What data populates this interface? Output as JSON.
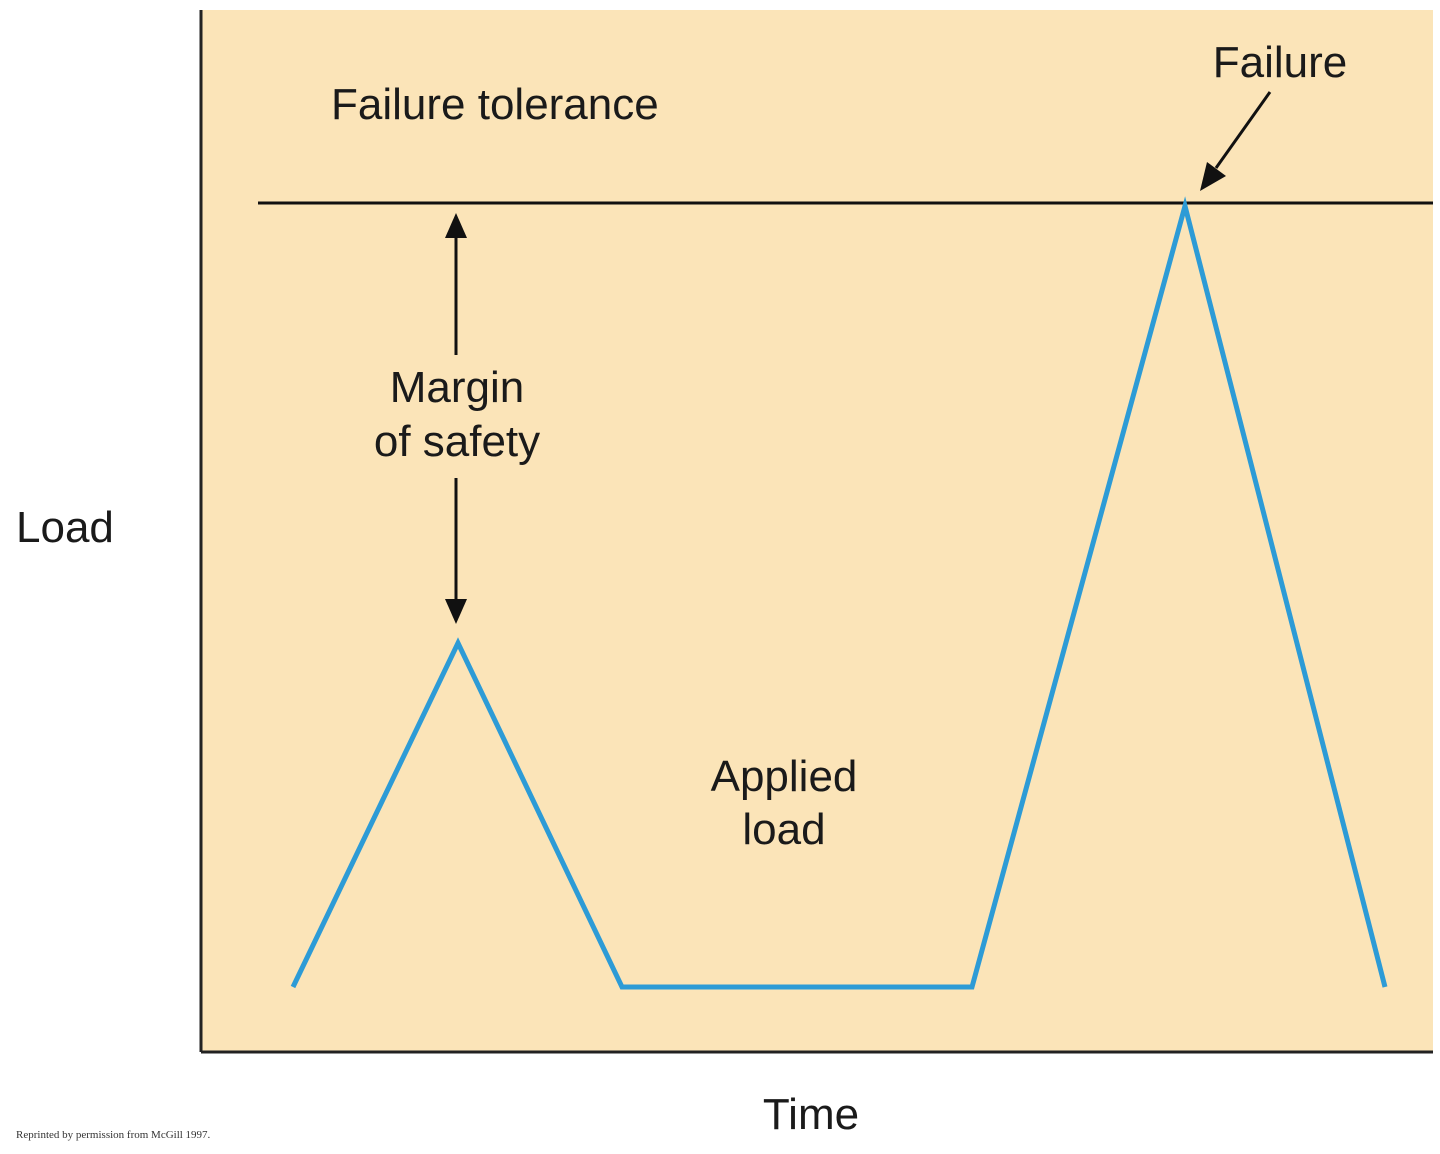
{
  "colors": {
    "panel_fill": "#fbe4b8",
    "axis": "#222222",
    "tolerance_line": "#111111",
    "applied_load_line": "#2d9bd6",
    "text": "#1a1a1a"
  },
  "labels": {
    "y_axis": "Load",
    "x_axis": "Time",
    "failure_tolerance": "Failure tolerance",
    "failure": "Failure",
    "margin_line1": "Margin",
    "margin_line2": "of safety",
    "applied_line1": "Applied",
    "applied_line2": "load",
    "credit": "Reprinted by permission from McGill 1997."
  }
}
